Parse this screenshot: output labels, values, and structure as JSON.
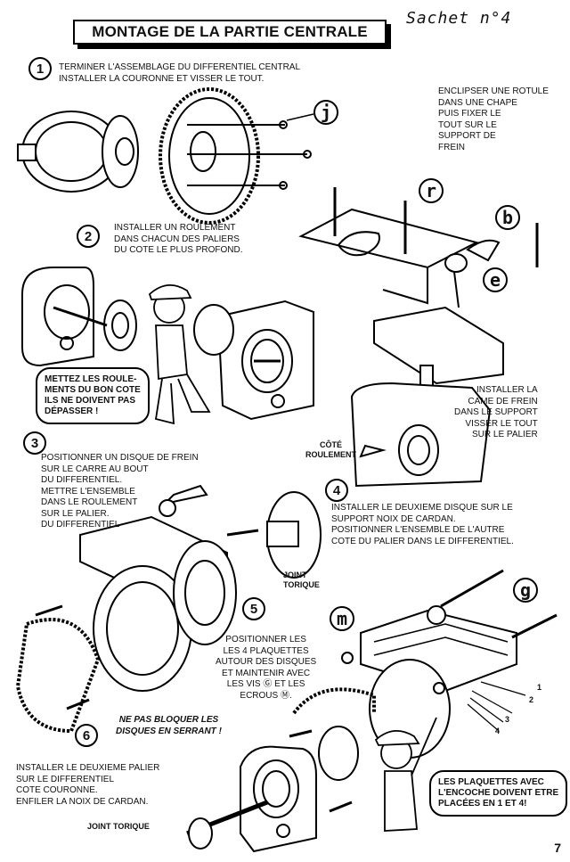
{
  "header": {
    "title": "MONTAGE DE LA PARTIE CENTRALE",
    "sachet": "Sachet n°4"
  },
  "steps": [
    {
      "num": "1",
      "text": "TERMINER L'ASSEMBLAGE DU DIFFERENTIEL CENTRAL\nINSTALLER LA COURONNE ET VISSER LE TOUT."
    },
    {
      "num": "2",
      "text": "INSTALLER UN ROULEMENT\nDANS CHACUN DES PALIERS\nDU COTE LE PLUS PROFOND."
    },
    {
      "num": "3",
      "text": "POSITIONNER UN DISQUE DE FREIN\nSUR LE CARRE AU BOUT\nDU DIFFERENTIEL.\nMETTRE L'ENSEMBLE\nDANS LE ROULEMENT\nSUR LE PALIER.\nDU DIFFERENTIEL"
    },
    {
      "num": "4",
      "text": "INSTALLER LE DEUXIEME DISQUE SUR LE\nSUPPORT NOIX DE CARDAN.\nPOSITIONNER L'ENSEMBLE DE L'AUTRE\nCOTE DU PALIER DANS LE DIFFERENTIEL."
    },
    {
      "num": "5",
      "text": "POSITIONNER LES\nLES 4 PLAQUETTES\nAUTOUR DES DISQUES\nET MAINTENIR AVEC\nLES VIS ⓖ ET LES\nECROUS ⓜ."
    },
    {
      "num": "6",
      "text": "INSTALLER LE DEUXIEME PALIER\nSUR LE DIFFERENTIEL\nCOTE COURONNE.\nENFILER LA NOIX DE CARDAN."
    }
  ],
  "notes": {
    "rotule": "ENCLIPSER UNE ROTULE\nDANS UNE CHAPE\nPUIS FIXER LE\nTOUT SUR LE\nSUPPORT DE\nFREIN",
    "came": "INSTALLER LA\nCAME DE FREIN\nDANS LE SUPPORT\nVISSER LE TOUT\nSUR LE PALIER",
    "ne_pas_bloquer": "NE PAS BLOQUER LES\nDISQUES EN SERRANT !"
  },
  "bubbles": {
    "roulements": "METTEZ LES ROULE-\nMENTS DU BON COTE\nILS NE DOIVENT PAS\nDÉPASSER !",
    "plaquettes": "LES PLAQUETTES AVEC\nL'ENCOCHE DOIVENT ETRE\nPLACÉES EN 1 ET 4!"
  },
  "labels": {
    "cote_roulement": "CÔTÉ\nROULEMENT",
    "joint_torique_1": "JOINT\nTORIQUE",
    "joint_torique_2": "JOINT TORIQUE",
    "num_1": "1",
    "num_2": "2",
    "num_3": "3",
    "num_4": "4"
  },
  "callouts": {
    "j": "j",
    "r": "r",
    "b": "b",
    "e": "e",
    "g": "g",
    "m": "m"
  },
  "page_number": "7"
}
